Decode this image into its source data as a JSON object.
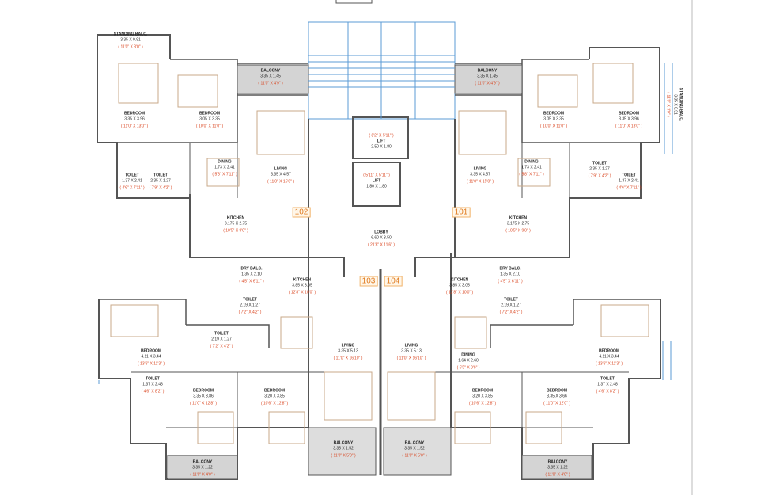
{
  "colors": {
    "wall": "#555555",
    "glass": "#5b9bd5",
    "furniture": "#c9a98a",
    "dims": "#d9421c",
    "tag": "#e07a1e",
    "balcony_fill": "#c8c8c8"
  },
  "units": [
    {
      "number": "102",
      "rooms": [
        {
          "name": "STANDING BALC.",
          "dims": "3.35 X 0.91",
          "imperial": "( 11'0\" X 3'0\" )"
        },
        {
          "name": "BEDROOM",
          "dims": "3.35 X 3.96",
          "imperial": "( 11'0\" X 13'0\" )"
        },
        {
          "name": "BEDROOM",
          "dims": "3.05 X 3.35",
          "imperial": "( 10'0\" X 11'0\" )"
        },
        {
          "name": "BALCONY",
          "dims": "3.35 X 1.45",
          "imperial": "( 11'0\" X 4'9\" )"
        },
        {
          "name": "LIVING",
          "dims": "3.35 X 4.57",
          "imperial": "( 11'0\" X 15'0\" )"
        },
        {
          "name": "DINING",
          "dims": "1.73 X 2.41",
          "imperial": "( 5'8\" X 7'11\" )"
        },
        {
          "name": "TOILET",
          "dims": "1.37 X 2.41",
          "imperial": "( 4'6\" X 7'11\" )"
        },
        {
          "name": "TOILET",
          "dims": "2.35 X 1.27",
          "imperial": "( 7'9\" X 4'2\" )"
        },
        {
          "name": "KITCHEN",
          "dims": "3.175 X 2.75",
          "imperial": "( 10'5\" X 9'0\" )"
        }
      ]
    },
    {
      "number": "101",
      "rooms": [
        {
          "name": "STANDING BALC.",
          "dims": "3.35 X 0.91",
          "imperial": "( 11'0\" X 3'0\" )"
        },
        {
          "name": "BEDROOM",
          "dims": "3.35 X 3.96",
          "imperial": "( 11'0\" X 13'0\" )"
        },
        {
          "name": "BEDROOM",
          "dims": "3.05 X 3.35",
          "imperial": "( 10'0\" X 11'0\" )"
        },
        {
          "name": "BALCONY",
          "dims": "3.35 X 1.45",
          "imperial": "( 11'0\" X 4'9\" )"
        },
        {
          "name": "LIVING",
          "dims": "3.35 X 4.57",
          "imperial": "( 11'0\" X 15'0\" )"
        },
        {
          "name": "DINING",
          "dims": "1.73 X 2.41",
          "imperial": "( 5'8\" X 7'11\" )"
        },
        {
          "name": "TOILET",
          "dims": "1.37 X 2.41",
          "imperial": "( 4'6\" X 7'11\" )"
        },
        {
          "name": "TOILET",
          "dims": "2.35 X 1.27",
          "imperial": "( 7'9\" X 4'2\" )"
        },
        {
          "name": "KITCHEN",
          "dims": "3.175 X 2.75",
          "imperial": "( 10'5\" X 9'0\" )"
        }
      ]
    },
    {
      "number": "103",
      "rooms": [
        {
          "name": "DRY BALC.",
          "dims": "1.35 X 2.10",
          "imperial": "( 4'5\" X 6'11\" )"
        },
        {
          "name": "KITCHEN",
          "dims": "3.85 X 3.05",
          "imperial": "( 12'8\" X 10'0\" )"
        },
        {
          "name": "TOILET",
          "dims": "2.19 X 1.27",
          "imperial": "( 7'2\" X 4'2\" )"
        },
        {
          "name": "TOILET",
          "dims": "2.19 X 1.27",
          "imperial": "( 7'2\" X 4'2\" )"
        },
        {
          "name": "BEDROOM",
          "dims": "4.11 X 3.44",
          "imperial": "( 13'6\" X 11'3\" )"
        },
        {
          "name": "LIVING",
          "dims": "3.35 X 5.13",
          "imperial": "( 11'0\" X 16'10\" )"
        },
        {
          "name": "TOILET",
          "dims": "1.37 X 2.48",
          "imperial": "( 4'6\" X 8'2\" )"
        },
        {
          "name": "BEDROOM",
          "dims": "3.35 X 3.86",
          "imperial": "( 11'0\" X 12'8\" )"
        },
        {
          "name": "BEDROOM",
          "dims": "3.20 X 3.85",
          "imperial": "( 10'6\" X 12'8\" )"
        },
        {
          "name": "BALCONY",
          "dims": "3.35 X 1.22",
          "imperial": "( 11'0\" X 4'0\" )"
        },
        {
          "name": "BALCONY",
          "dims": "3.35 X 1.52",
          "imperial": "( 11'0\" X 5'0\" )"
        }
      ]
    },
    {
      "number": "104",
      "rooms": [
        {
          "name": "KITCHEN",
          "dims": "3.85 X 3.05",
          "imperial": "( 12'8\" X 10'0\" )"
        },
        {
          "name": "DRY BALC.",
          "dims": "1.35 X 2.10",
          "imperial": "( 4'5\" X 6'11\" )"
        },
        {
          "name": "TOILET",
          "dims": "2.19 X 1.27",
          "imperial": "( 7'2\" X 4'2\" )"
        },
        {
          "name": "BEDROOM",
          "dims": "4.11 X 3.44",
          "imperial": "( 13'6\" X 11'3\" )"
        },
        {
          "name": "LIVING",
          "dims": "3.35 X 5.13",
          "imperial": "( 11'0\" X 16'10\" )"
        },
        {
          "name": "DINING",
          "dims": "1.64 X 2.60",
          "imperial": "( 5'5\" X 8'6\" )"
        },
        {
          "name": "BEDROOM",
          "dims": "3.20 X 3.85",
          "imperial": "( 10'6\" X 12'8\" )"
        },
        {
          "name": "BEDROOM",
          "dims": "3.35 X 3.66",
          "imperial": "( 11'0\" X 12'0\" )"
        },
        {
          "name": "TOILET",
          "dims": "1.37 X 2.48",
          "imperial": "( 4'6\" X 8'2\" )"
        },
        {
          "name": "BALCONY",
          "dims": "3.35 X 1.52",
          "imperial": "( 11'0\" X 5'0\" )"
        },
        {
          "name": "BALCONY",
          "dims": "3.35 X 1.22",
          "imperial": "( 11'0\" X 4'0\" )"
        }
      ]
    }
  ],
  "core": {
    "lobby": {
      "name": "LOBBY",
      "dims": "6.60 X 3.50",
      "imperial": "( 21'8\" X 11'6\" )"
    },
    "lift1": {
      "name": "LIFT",
      "dims": "2.50 X 1.80",
      "imperial": "( 8'2\" X 5'11\" )"
    },
    "lift2": {
      "name": "LIFT",
      "dims": "1.80 X 1.80",
      "imperial": "( 5'11\" X 5'11\" )"
    }
  }
}
